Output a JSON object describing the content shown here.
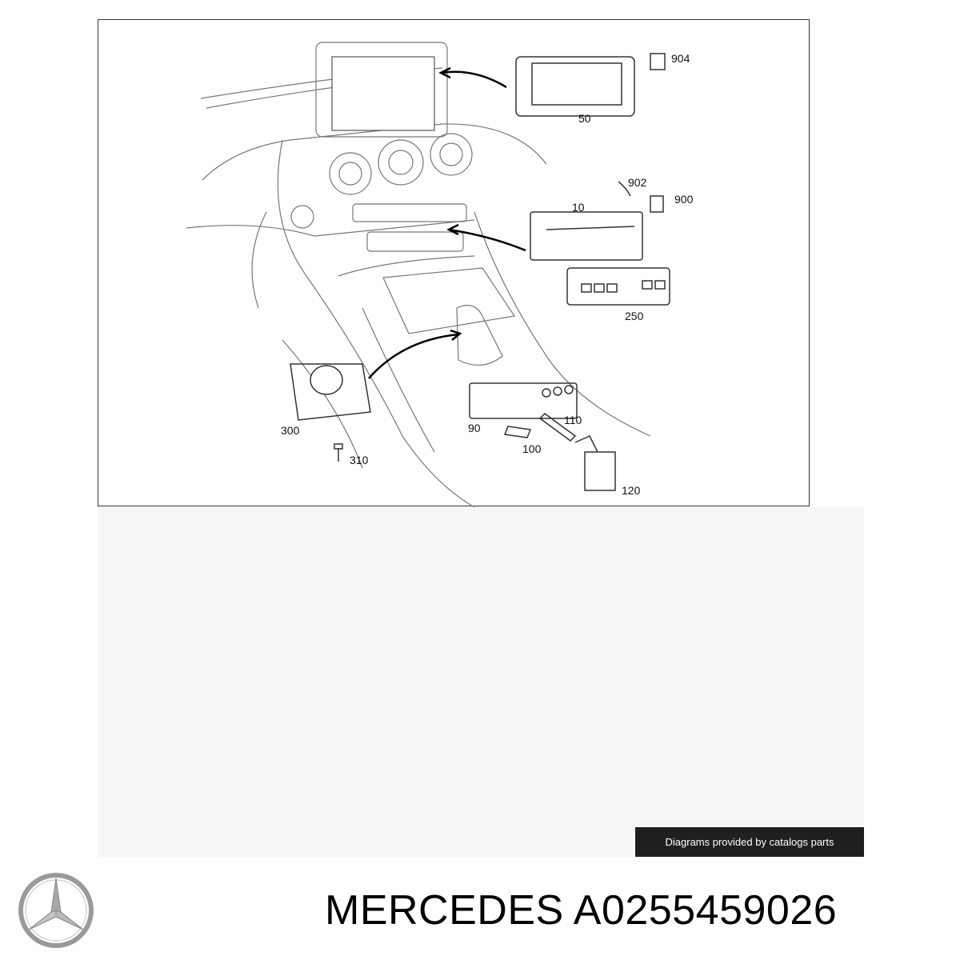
{
  "diagram": {
    "labels": [
      "904",
      "50",
      "902",
      "900",
      "10",
      "250",
      "300",
      "310",
      "90",
      "110",
      "100",
      "120"
    ]
  },
  "credit": {
    "text": "Diagrams provided by catalogs parts"
  },
  "brand": {
    "name": "MERCEDES",
    "part_number": "A0255459026",
    "logo_icon": "mercedes-star-icon"
  },
  "colors": {
    "credit_bg": "#1f1f1f",
    "line": "#555555"
  }
}
